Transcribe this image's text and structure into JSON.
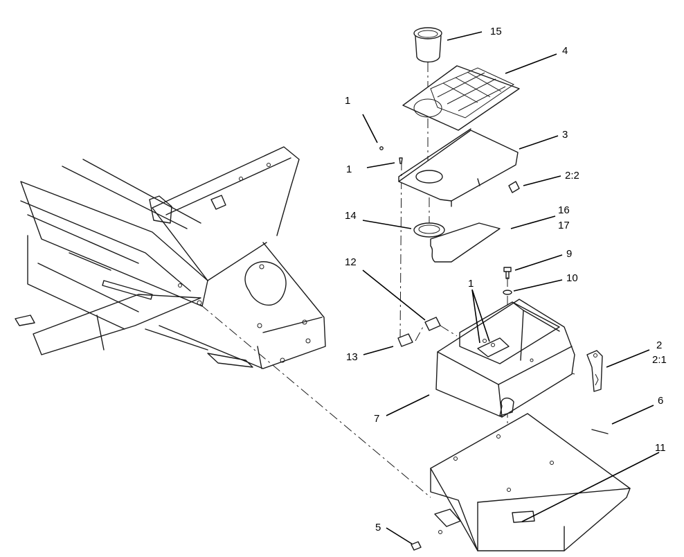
{
  "callouts": {
    "c15": "15",
    "c4": "4",
    "c1a": "1",
    "c1b": "1",
    "c3": "3",
    "c2_2": "2:2",
    "c14": "14",
    "c16": "16",
    "c17": "17",
    "c9": "9",
    "c12": "12",
    "c10": "10",
    "c1c": "1",
    "c2": "2",
    "c2_1": "2:1",
    "c13": "13",
    "c7": "7",
    "c6": "6",
    "c11": "11",
    "c5": "5"
  }
}
